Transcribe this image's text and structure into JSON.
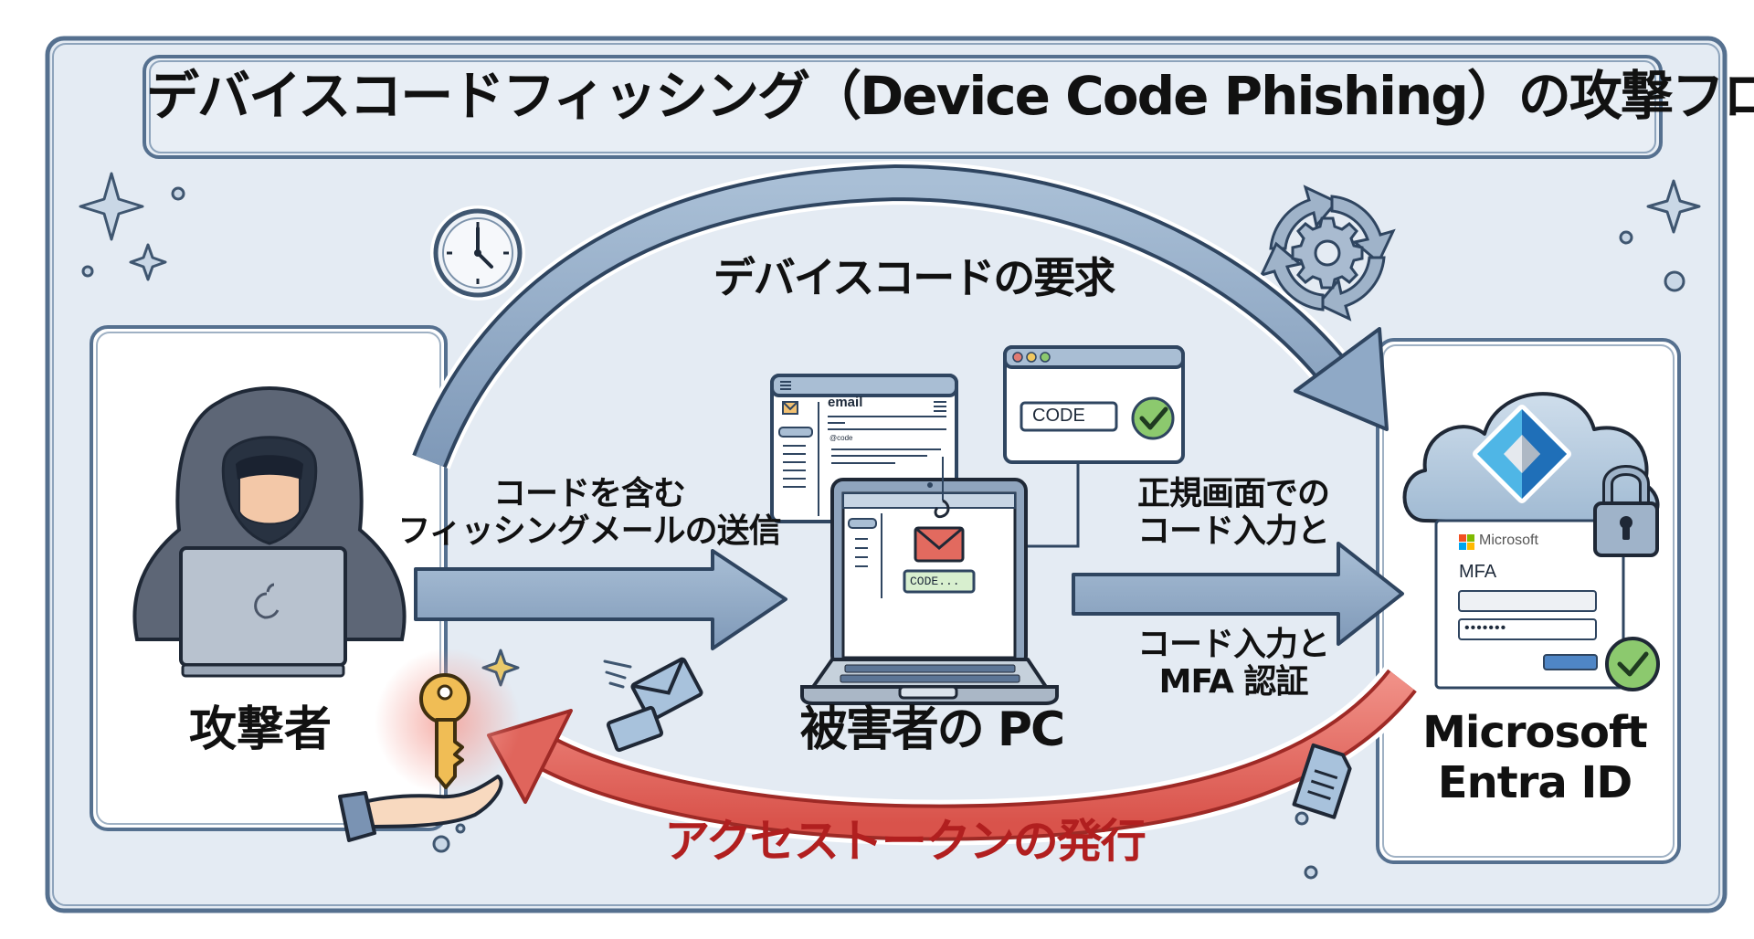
{
  "title": "デバイスコードフィッシング（Device Code Phishing）の攻撃フロー",
  "actors": {
    "attacker": "攻撃者",
    "victim": "被害者の PC",
    "idp": "Microsoft Entra ID"
  },
  "flows": {
    "device_code_request": "デバイスコードの要求",
    "phishing_mail": [
      "コードを含む",
      "フィッシングメールの送信"
    ],
    "legit_entry": [
      "正規画面での",
      "コード入力と"
    ],
    "code_mfa": [
      "コード入力と",
      "MFA 認証"
    ],
    "token_issue": "アクセストークンの発行"
  },
  "victim_screen": {
    "email_window_title": "email",
    "email_code_line": "@code",
    "code_snippet": "CODE...",
    "browser_code_field": "CODE"
  },
  "idp_panel": {
    "brand": "Microsoft",
    "heading": "MFA",
    "password_mask": "•••••••"
  },
  "colors": {
    "background": "#e4ebf3",
    "frame_stroke": "#55708f",
    "arrow_fill": "#8fa9c6",
    "token_arrow": "#e06a62",
    "token_text": "#b11f1f",
    "check_green": "#8cc96e",
    "key_gold": "#f0bd55"
  }
}
